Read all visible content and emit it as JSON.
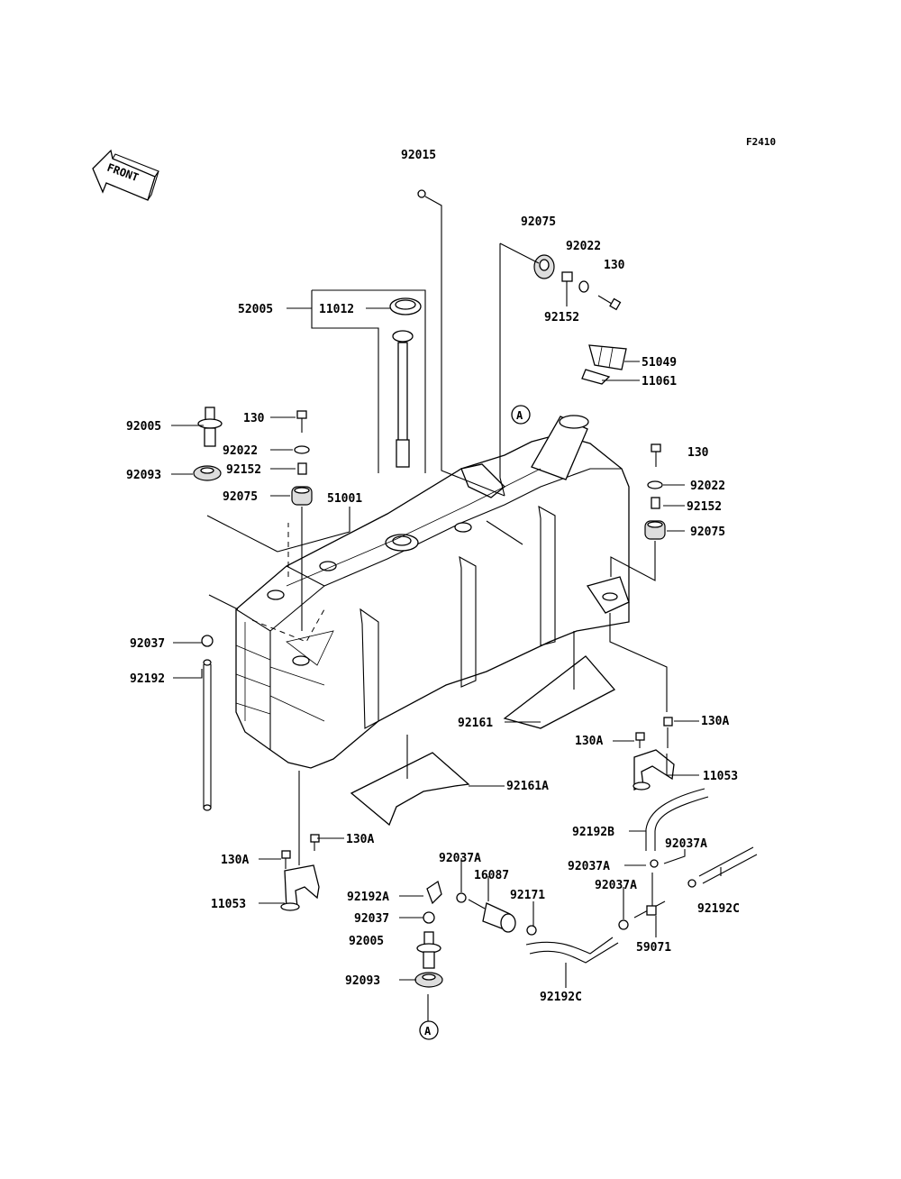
{
  "figure_code": "F2410",
  "front_arrow_text": "FRONT",
  "ref_marker": "A",
  "labels": {
    "p92015": "92015",
    "p92075_top": "92075",
    "p92022_top": "92022",
    "p130_top": "130",
    "p92152_top": "92152",
    "p52005": "52005",
    "p11012": "11012",
    "p51049": "51049",
    "p11061": "11061",
    "p92005_left": "92005",
    "p130_left": "130",
    "p92022_left": "92022",
    "p92093_left": "92093",
    "p92152_left": "92152",
    "p92075_left": "92075",
    "p51001": "51001",
    "p130_right": "130",
    "p92022_right": "92022",
    "p92152_right": "92152",
    "p92075_right": "92075",
    "p92037_left": "92037",
    "p92192_left": "92192",
    "p130A_r1": "130A",
    "p92161": "92161",
    "p130A_r2": "130A",
    "p11053_right": "11053",
    "p92161A": "92161A",
    "p92192B": "92192B",
    "p130A_l2": "130A",
    "p130A_l1": "130A",
    "p92037A_1": "92037A",
    "p16087": "16087",
    "p92037A_2": "92037A",
    "p92037A_3": "92037A",
    "p11053_left": "11053",
    "p92192A": "92192A",
    "p92171": "92171",
    "p92037A_4": "92037A",
    "p92192C_right": "92192C",
    "p92037_bottom": "92037",
    "p92005_bottom": "92005",
    "p59071": "59071",
    "p92093_bottom": "92093",
    "p92192C_bottom": "92192C"
  }
}
